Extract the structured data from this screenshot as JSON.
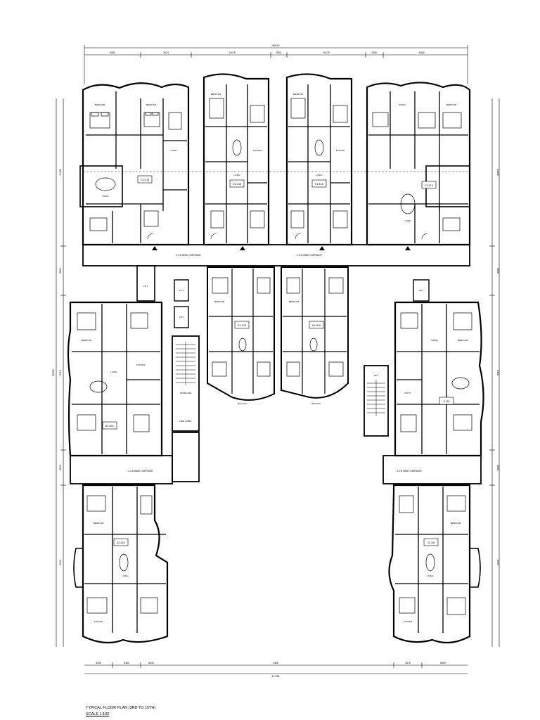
{
  "drawing": {
    "title": "TYPICAL FLOOR PLAN (3RD TO 15TH)",
    "scale": "SCALE 1:100"
  },
  "dimensions": {
    "overall_top": "29675",
    "top_segments": [
      "6080",
      "2614",
      "11675",
      "2505",
      "11675",
      "2505",
      "6080"
    ],
    "overall_bottom": "11795",
    "bottom_segments": [
      "5005",
      "6450",
      "8440",
      "4485",
      "4575",
      "6050"
    ],
    "left_side": [
      "11450",
      "5800",
      "25960",
      "5115",
      "3000",
      "5190"
    ],
    "right_side": [
      "11450",
      "5800",
      "5115",
      "3000",
      "5190"
    ]
  },
  "corridors": {
    "top_left": "2.0 M WIDE CORRIDOR",
    "top_right": "2.0 M WIDE CORRIDOR",
    "left": "2.0 M WIDE CORRIDOR",
    "right": "2.0 M WIDE CORRIDOR"
  },
  "cores": {
    "lift_labels": [
      "LIFT",
      "LIFT",
      "LIFT",
      "LIFT",
      "LIFT"
    ],
    "staircase": "STAIRCASE",
    "fire_lobby": "FIRE LOBBY"
  },
  "units": [
    {
      "tag": "C1-C16"
    },
    {
      "tag": "D1-D16"
    },
    {
      "tag": "E1-E16"
    },
    {
      "tag": "F1-F16"
    },
    {
      "tag": "G1-G16"
    },
    {
      "tag": "H1-H16"
    },
    {
      "tag": "I1-I16"
    },
    {
      "tag": "J1-J16"
    },
    {
      "tag": "B1-B16"
    },
    {
      "tag": "A1-A16"
    }
  ],
  "room_labels": {
    "bed": "BEDROOM",
    "living": "LIVING",
    "kitchen": "KITCHEN",
    "toilet": "TOILET",
    "dining": "DINING",
    "balcony": "BALCONY",
    "utility": "UTILITY"
  }
}
